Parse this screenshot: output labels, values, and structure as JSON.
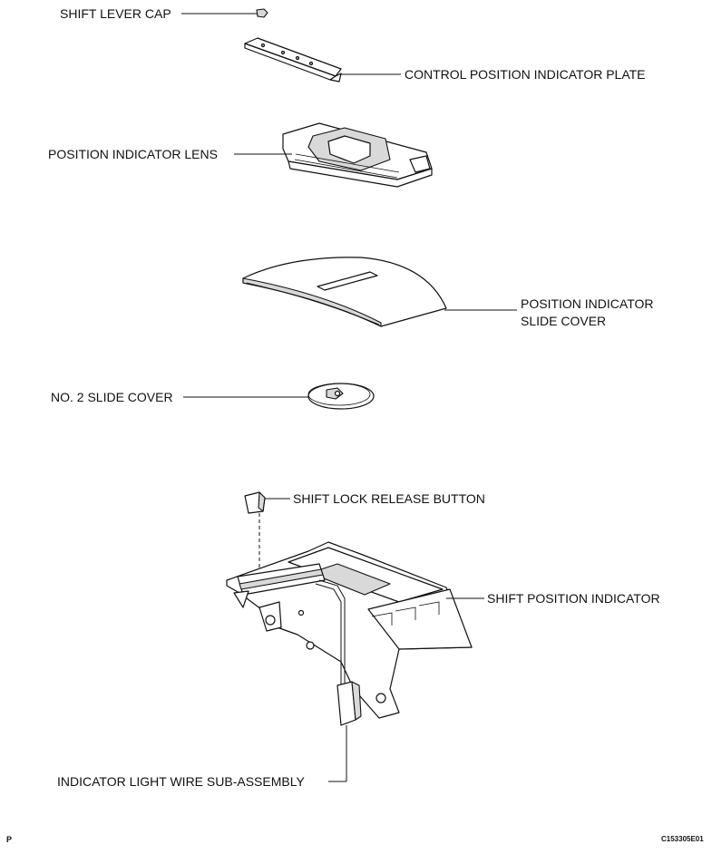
{
  "labels": {
    "shift_lever_cap": "SHIFT LEVER CAP",
    "control_position_indicator_plate": "CONTROL POSITION INDICATOR PLATE",
    "position_indicator_lens": "POSITION INDICATOR LENS",
    "position_indicator_slide_cover_line1": "POSITION INDICATOR",
    "position_indicator_slide_cover_line2": "SLIDE COVER",
    "no2_slide_cover": "NO. 2 SLIDE COVER",
    "shift_lock_release_button": "SHIFT LOCK RELEASE BUTTON",
    "shift_position_indicator": "SHIFT POSITION INDICATOR",
    "indicator_light_wire": "INDICATOR LIGHT WIRE SUB-ASSEMBLY"
  },
  "footer": {
    "page_mark": "P",
    "figure_code": "C153305E01"
  }
}
